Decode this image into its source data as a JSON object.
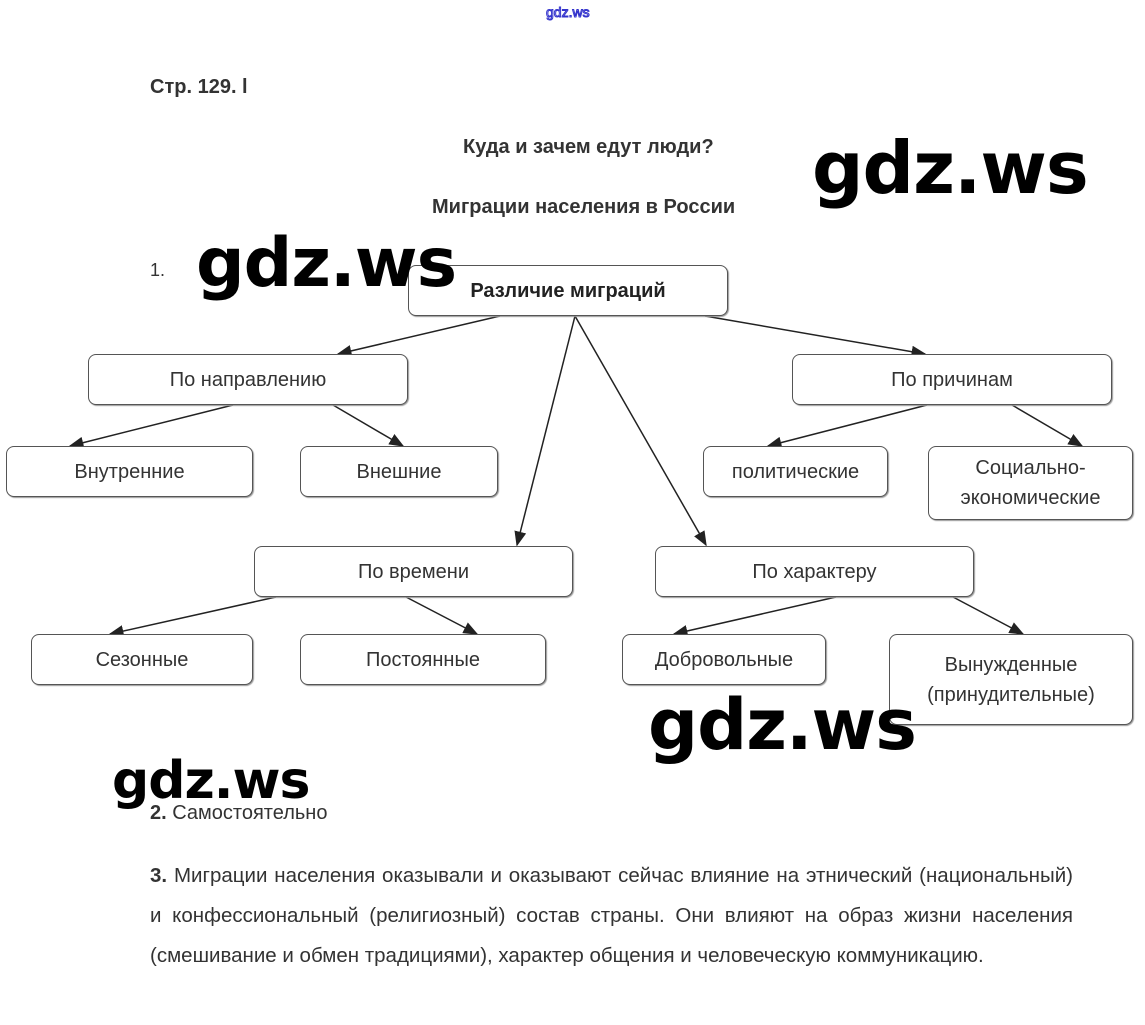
{
  "watermark": "gdz.ws",
  "page_ref": "Стр. 129. l",
  "title": "Куда и зачем едут люди?",
  "subtitle": "Миграции населения в России",
  "task1": {
    "number": "1.",
    "root": "Различие миграций",
    "nodes": {
      "napr": "По направлению",
      "prich": "По причинам",
      "vnutr": "Внутренние",
      "vnesh": "Внешние",
      "polit": "политические",
      "soc1": "Социально-",
      "soc2": "экономические",
      "vrem": "По времени",
      "harakt": "По характеру",
      "sezon": "Сезонные",
      "post": "Постоянные",
      "dobr": "Добровольные",
      "vyn1": "Вынужденные",
      "vyn2": "(принудительные)"
    }
  },
  "task2": {
    "number": "2.",
    "text": "Самостоятельно"
  },
  "task3": {
    "number": "3.",
    "text": "Миграции населения оказывали и оказывают сейчас влияние на этнический (национальный) и конфессиональный (религиозный) состав страны. Они влияют на образ жизни населения (смешивание и обмен традициями), характер общения и человеческую коммуникацию."
  }
}
